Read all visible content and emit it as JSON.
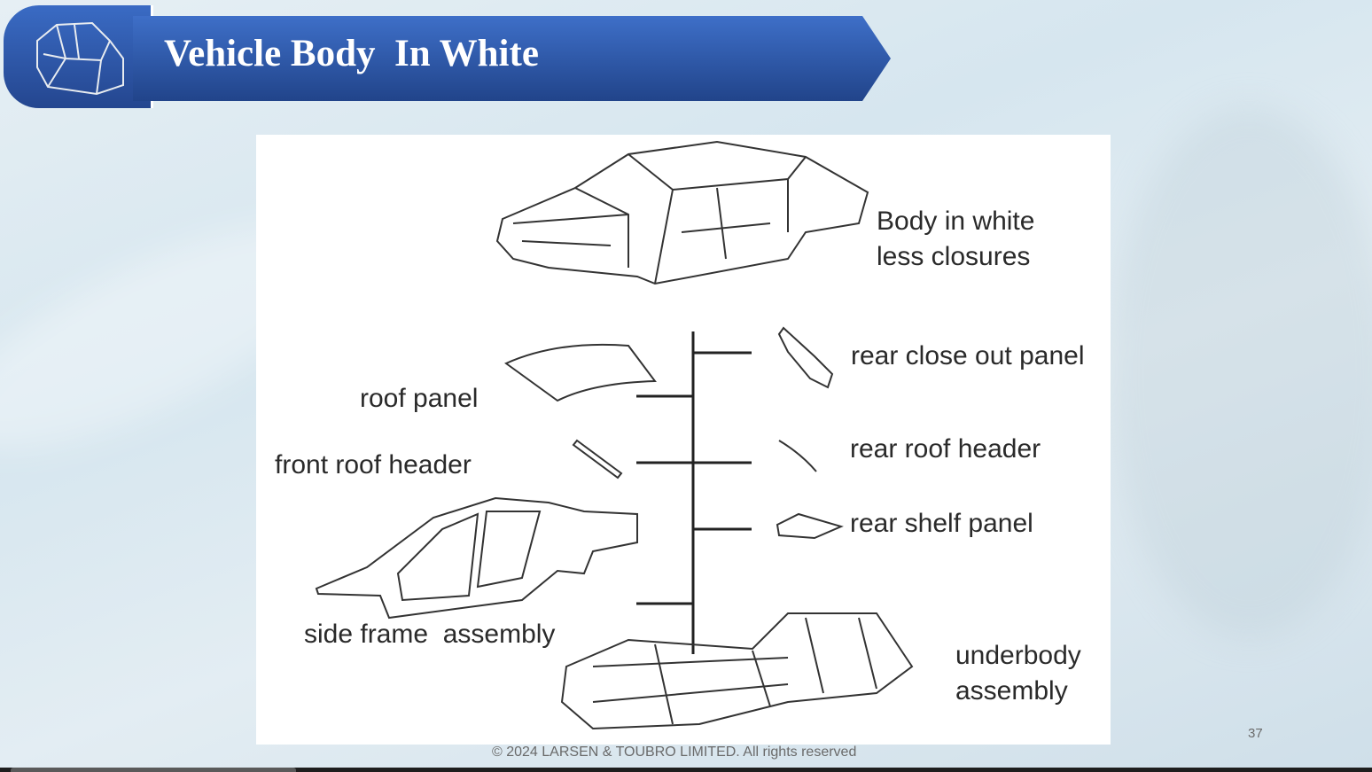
{
  "slide": {
    "title": "Vehicle Body  In White",
    "page_number": "37",
    "footer": "© 2024 LARSEN & TOUBRO LIMITED. All rights reserved"
  },
  "figure": {
    "labels": {
      "body_in_white_1": "Body in white",
      "body_in_white_2": "less closures",
      "rear_close_out_panel": "rear close out panel",
      "roof_panel": "roof panel",
      "front_roof_header": "front roof header",
      "rear_roof_header": "rear roof header",
      "rear_shelf_panel": "rear shelf panel",
      "side_frame_assembly": "side frame  assembly",
      "underbody_1": "underbody",
      "underbody_2": "assembly"
    }
  },
  "colors": {
    "banner": "#2f58ab",
    "text": "#2a2a2a"
  }
}
